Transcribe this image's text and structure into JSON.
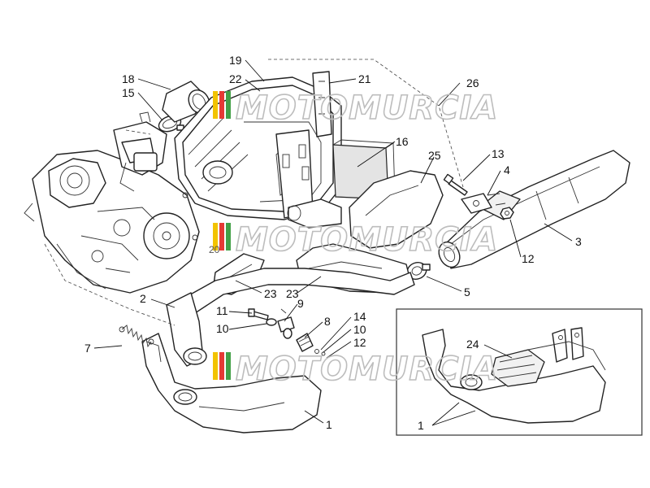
{
  "labels": {
    "l1a": "1",
    "l1b": "1",
    "l2": "2",
    "l3": "3",
    "l4": "4",
    "l5": "5",
    "l7": "7",
    "l8": "8",
    "l9": "9",
    "l10a": "10",
    "l10b": "10",
    "l11": "11",
    "l12a": "12",
    "l12b": "12",
    "l13": "13",
    "l14": "14",
    "l15": "15",
    "l16": "16",
    "l18": "18",
    "l19": "19",
    "l20": "20",
    "l21": "21",
    "l22": "22",
    "l23a": "23",
    "l23b": "23",
    "l24": "24",
    "l25": "25",
    "l26": "26"
  },
  "watermark": {
    "text": "MOTOMURCIA",
    "stripe_colors": [
      "#f2c300",
      "#e53935",
      "#43a047"
    ]
  }
}
